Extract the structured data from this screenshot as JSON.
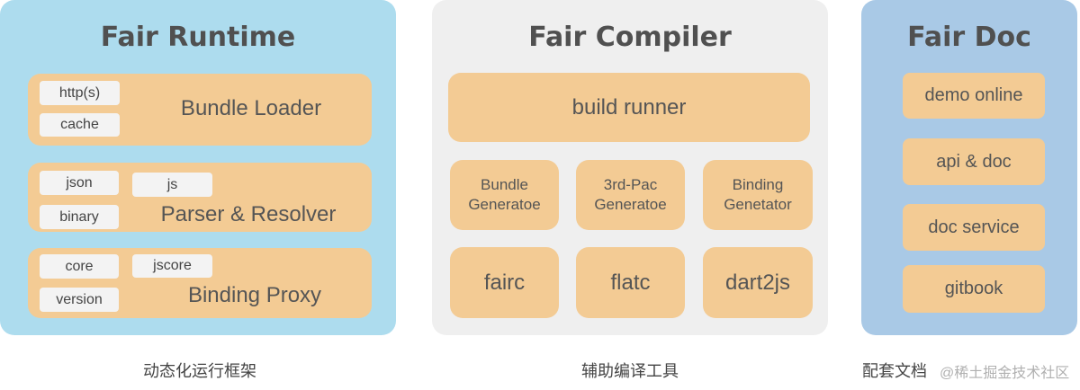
{
  "runtime": {
    "title": "Fair Runtime",
    "caption": "动态化运行框架",
    "rows": [
      {
        "label": "Bundle Loader",
        "chips": [
          "http(s)",
          "cache"
        ]
      },
      {
        "label": "Parser & Resolver",
        "chips": [
          "json",
          "binary",
          "js"
        ]
      },
      {
        "label": "Binding Proxy",
        "chips": [
          "core",
          "version",
          "jscore"
        ]
      }
    ]
  },
  "compiler": {
    "title": "Fair Compiler",
    "caption": "辅助编译工具",
    "main": "build runner",
    "generators": [
      "Bundle\nGeneratoe",
      "3rd-Pac\nGeneratoe",
      "Binding\nGenetator"
    ],
    "tools": [
      "fairc",
      "flatc",
      "dart2js"
    ]
  },
  "doc": {
    "title": "Fair Doc",
    "caption": "配套文档",
    "items": [
      "demo online",
      "api & doc",
      "doc service",
      "gitbook"
    ]
  },
  "watermark": "@稀土掘金技术社区",
  "colors": {
    "runtime_bg": "#addcee",
    "compiler_bg": "#efefef",
    "doc_bg": "#a9c9e6",
    "box": "#f3cb94",
    "chip": "#f3f3f3"
  }
}
